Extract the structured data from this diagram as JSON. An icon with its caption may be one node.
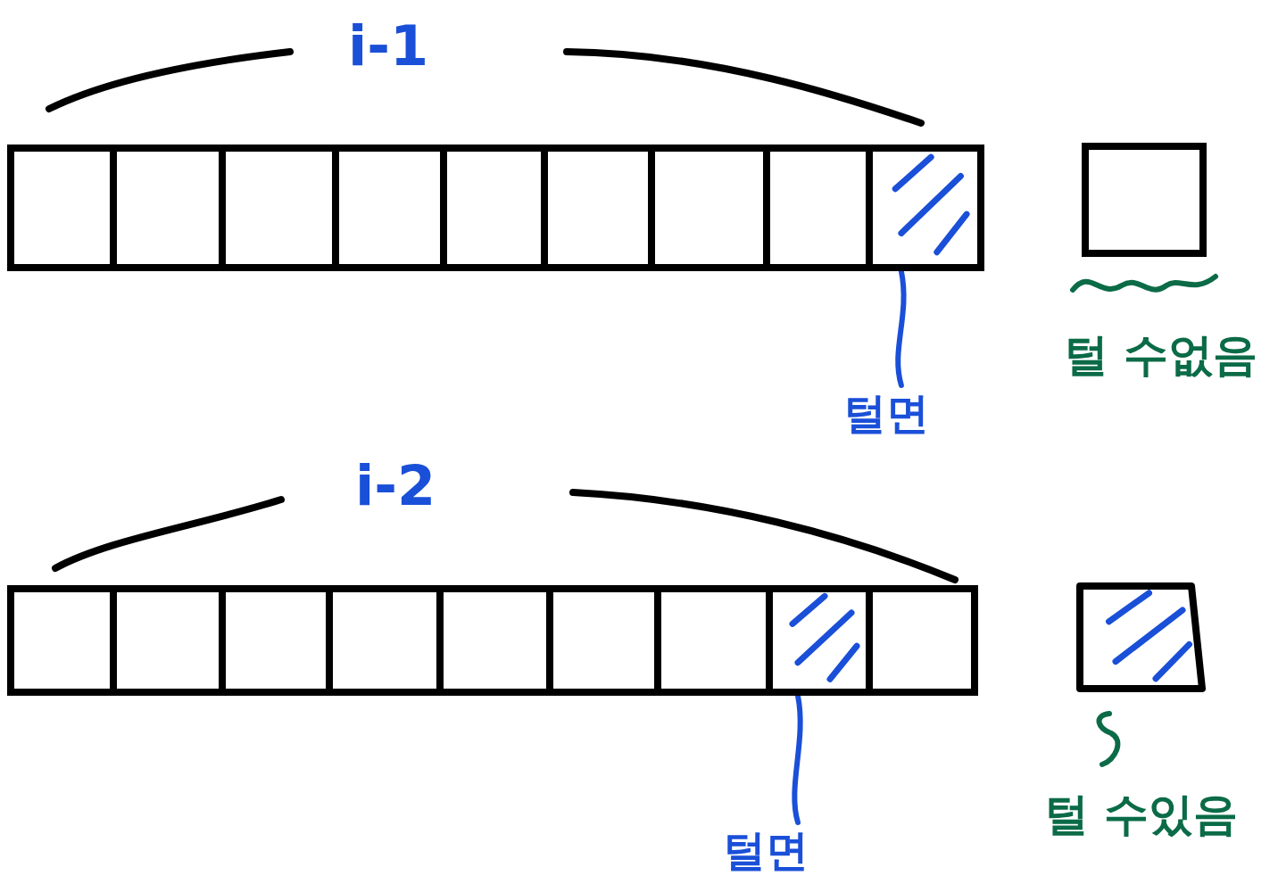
{
  "diagram": {
    "nodes": [
      {
        "text": [],
        "shape": "box"
      },
      {
        "text": [],
        "shape": "box"
      },
      {
        "text": [],
        "shape": "box"
      },
      {
        "text": [],
        "shape": "box"
      },
      {
        "text": [],
        "shape": "box"
      },
      {
        "text": [],
        "shape": "box"
      },
      {
        "text": [],
        "shape": "box"
      },
      {
        "text": [],
        "shape": "box"
      },
      {
        "text": [],
        "shape": "box"
      },
      {
        "text": [],
        "shape": "box",
        "beside": [
          "털 수없음"
        ]
      },
      {
        "text": [
          "털면"
        ]
      },
      {
        "text": [],
        "shape": "box"
      },
      {
        "text": [],
        "shape": "box"
      },
      {
        "text": [],
        "shape": "box"
      },
      {
        "text": [],
        "shape": "box"
      },
      {
        "text": [],
        "shape": "box"
      },
      {
        "text": [],
        "shape": "box"
      },
      {
        "text": [],
        "shape": "box"
      },
      {
        "text": [],
        "shape": "box"
      },
      {
        "text": [],
        "shape": "box"
      },
      {
        "text": [],
        "shape": "box",
        "beside": [
          "털 수있음"
        ]
      },
      {
        "text": [
          "털면"
        ]
      }
    ],
    "edges": [
      {
        "from": 10,
        "to": 8,
        "arrow": "none"
      },
      {
        "from": 21,
        "to": 18,
        "arrow": "none"
      }
    ],
    "labels": [
      "i-1",
      "i-2"
    ]
  }
}
